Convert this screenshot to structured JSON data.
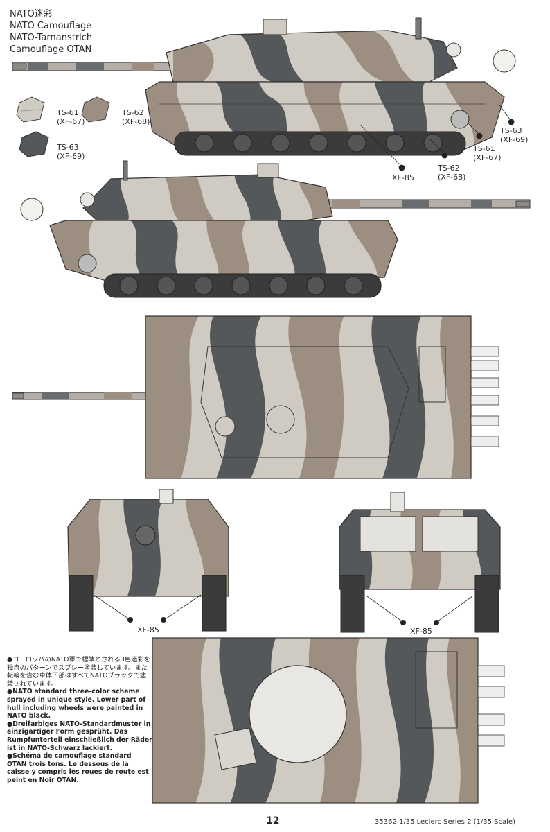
{
  "title": {
    "line_jp": "NATO迷彩",
    "line_en": "NATO Camouflage",
    "line_de": "NATO-Tarnanstrich",
    "line_fr": "Camouflage OTAN"
  },
  "swatches": [
    {
      "code": "TS-61",
      "sub": "(XF-67)",
      "color": "#cfcbc3"
    },
    {
      "code": "TS-62",
      "sub": "(XF-68)",
      "color": "#9c8e80"
    },
    {
      "code": "TS-63",
      "sub": "(XF-69)",
      "color": "#55585a"
    }
  ],
  "callouts": {
    "side1_ts63": "TS-63",
    "side1_ts63_sub": "(XF-69)",
    "side1_ts61": "TS-61",
    "side1_ts61_sub": "(XF-67)",
    "side1_ts62": "TS-62",
    "side1_ts62_sub": "(XF-68)",
    "side1_xf85": "XF-85",
    "front_xf85": "XF-85",
    "rear_xf85": "XF-85"
  },
  "notes": {
    "jp": "●ヨーロッパのNATO軍で標準とされる3色迷彩を独自のパターンでスプレー塗装しています。また転輪を含む車体下部はすべてNATOブラックで塗装されています。",
    "en": "●NATO standard three-color scheme sprayed in unique style. Lower part of hull including wheels were painted in NATO black.",
    "de": "●Dreifarbiges NATO-Standardmuster in einzigartiger Form gesprüht. Das Rumpfunterteil einschließlich der Räder ist in NATO-Schwarz lackiert.",
    "fr": "●Schéma de camouflage standard OTAN trois tons. Le dessous de la caisse y compris les roues de route est peint en Noir OTAN."
  },
  "page_number": "12",
  "footer_code": "35362  1/35 Leclerc Series 2 (1/35 Scale)",
  "colors": {
    "light": "#cfcbc3",
    "mid": "#9c8e80",
    "dark": "#55585a",
    "black": "#3b3b3b"
  }
}
